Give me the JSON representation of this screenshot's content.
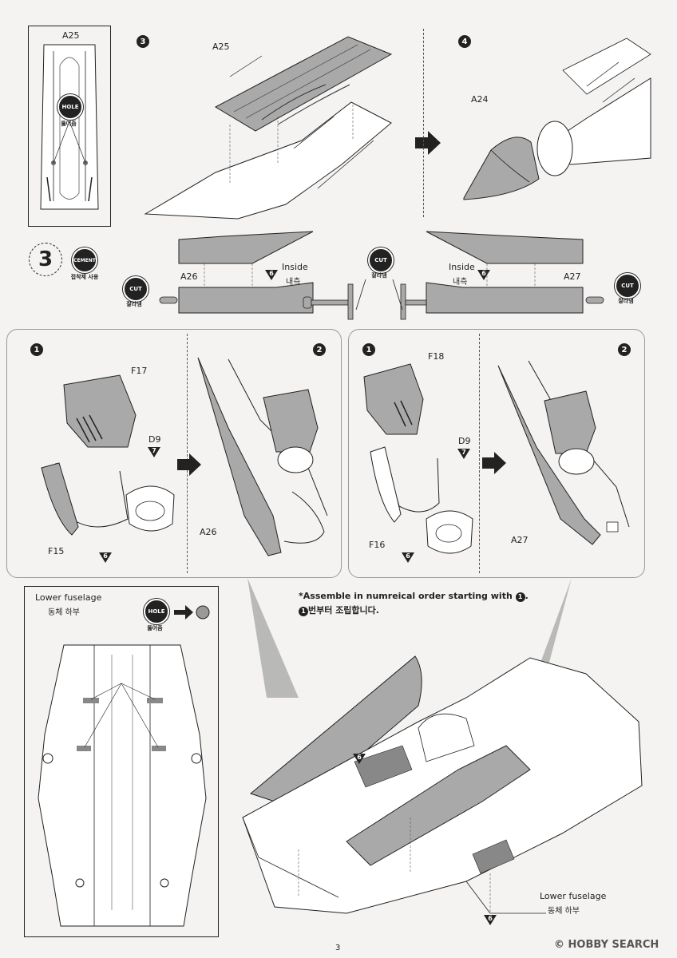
{
  "page": {
    "number": "3"
  },
  "steps": {
    "step3": "3",
    "step4": "4",
    "sub_step": "3",
    "n1": "1",
    "n2": "2"
  },
  "badges": {
    "hole": "HOLE",
    "hole_ko": "뚫어줌",
    "cement": "CEMENT",
    "cement_ko": "접착제 사용",
    "cut": "CUT",
    "cut_ko": "잘라냄"
  },
  "parts": {
    "a25": "A25",
    "a24": "A24",
    "a26": "A26",
    "a27": "A27",
    "f17": "F17",
    "f15": "F15",
    "f18": "F18",
    "f16": "F16",
    "d9": "D9"
  },
  "markers": {
    "six": "6",
    "seven": "7"
  },
  "inside": {
    "en": "Inside",
    "ko": "내측"
  },
  "lower_fuselage": {
    "en": "Lower fuselage",
    "ko": "동체 하부"
  },
  "instructions": {
    "en_prefix": "*Assemble in numreical order starting with",
    "en_num": "1",
    "ko_num": "1",
    "ko_suffix": "번부터 조립합니다."
  },
  "watermark": {
    "brand": "HOBBY SEARCH",
    "copyright": "©"
  },
  "colors": {
    "part_fill": "#a9a9a9",
    "line": "#222222",
    "panel_border": "#999999"
  }
}
